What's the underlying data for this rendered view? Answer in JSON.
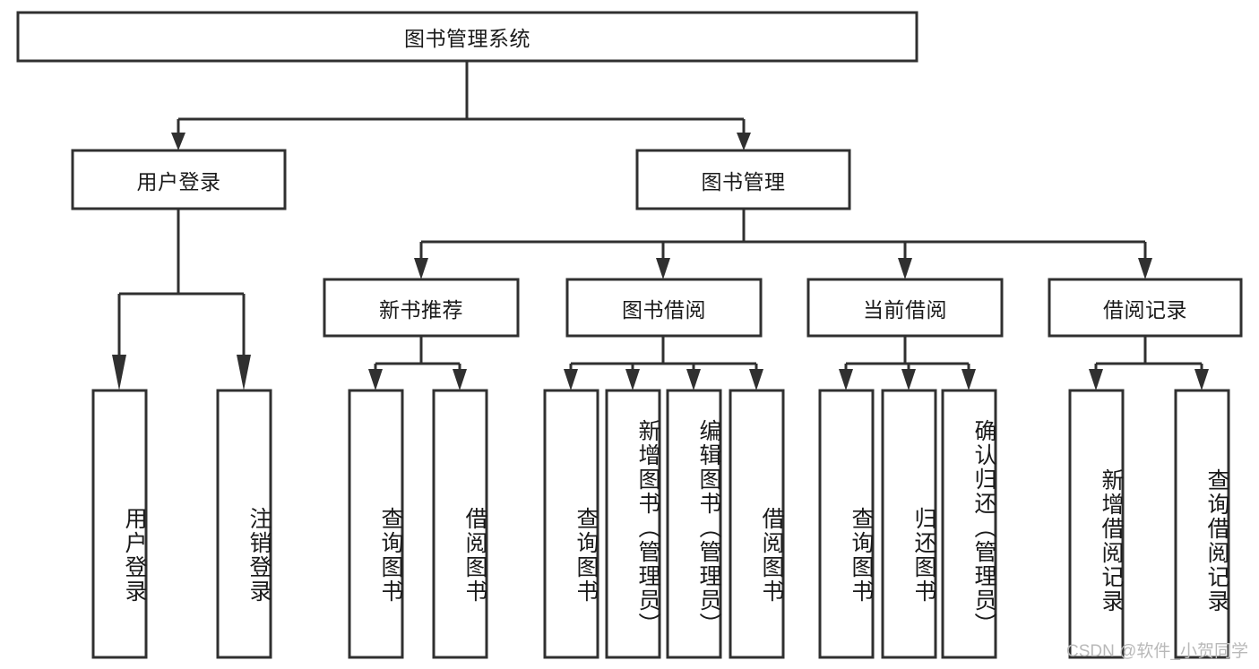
{
  "diagram": {
    "type": "tree-hierarchy",
    "title": "图书管理系统",
    "orientation": "top-down",
    "colors": {
      "box_stroke": "#303030",
      "box_fill": "#ffffff",
      "line": "#303030",
      "text": "#1a1a1a",
      "watermark": "#b9b9b9",
      "background": "#ffffff"
    },
    "levels": [
      {
        "level": 1,
        "nodes": [
          {
            "id": "root",
            "label": "图书管理系统",
            "orientation": "horizontal"
          }
        ]
      },
      {
        "level": 2,
        "nodes": [
          {
            "id": "login",
            "label": "用户登录",
            "orientation": "horizontal",
            "parent": "root"
          },
          {
            "id": "bookmgmt",
            "label": "图书管理",
            "orientation": "horizontal",
            "parent": "root"
          }
        ]
      },
      {
        "level": 3,
        "nodes": [
          {
            "id": "newbook",
            "label": "新书推荐",
            "orientation": "horizontal",
            "parent": "bookmgmt"
          },
          {
            "id": "borrow",
            "label": "图书借阅",
            "orientation": "horizontal",
            "parent": "bookmgmt"
          },
          {
            "id": "current",
            "label": "当前借阅",
            "orientation": "horizontal",
            "parent": "bookmgmt"
          },
          {
            "id": "record",
            "label": "借阅记录",
            "orientation": "horizontal",
            "parent": "bookmgmt"
          }
        ]
      },
      {
        "level": 4,
        "nodes": [
          {
            "id": "leaf1",
            "label": "用户登录",
            "orientation": "vertical",
            "parent": "login"
          },
          {
            "id": "leaf2",
            "label": "注销登录",
            "orientation": "vertical",
            "parent": "login"
          },
          {
            "id": "leaf3",
            "label": "查询图书",
            "orientation": "vertical",
            "parent": "newbook"
          },
          {
            "id": "leaf4",
            "label": "借阅图书",
            "orientation": "vertical",
            "parent": "newbook"
          },
          {
            "id": "leaf5",
            "label": "查询图书",
            "orientation": "vertical",
            "parent": "borrow"
          },
          {
            "id": "leaf6",
            "label": "新增图书（管理员）",
            "orientation": "vertical",
            "parent": "borrow"
          },
          {
            "id": "leaf7",
            "label": "编辑图书（管理员）",
            "orientation": "vertical",
            "parent": "borrow"
          },
          {
            "id": "leaf8",
            "label": "借阅图书",
            "orientation": "vertical",
            "parent": "borrow"
          },
          {
            "id": "leaf9",
            "label": "查询图书",
            "orientation": "vertical",
            "parent": "current"
          },
          {
            "id": "leaf10",
            "label": "归还图书",
            "orientation": "vertical",
            "parent": "current"
          },
          {
            "id": "leaf11",
            "label": "确认归还（管理员）",
            "orientation": "vertical",
            "parent": "current"
          },
          {
            "id": "leaf12",
            "label": "新增借阅记录",
            "orientation": "vertical",
            "parent": "record"
          },
          {
            "id": "leaf13",
            "label": "查询借阅记录",
            "orientation": "vertical",
            "parent": "record"
          }
        ]
      }
    ]
  },
  "watermark": {
    "text": "CSDN @软件_小贺同学"
  }
}
